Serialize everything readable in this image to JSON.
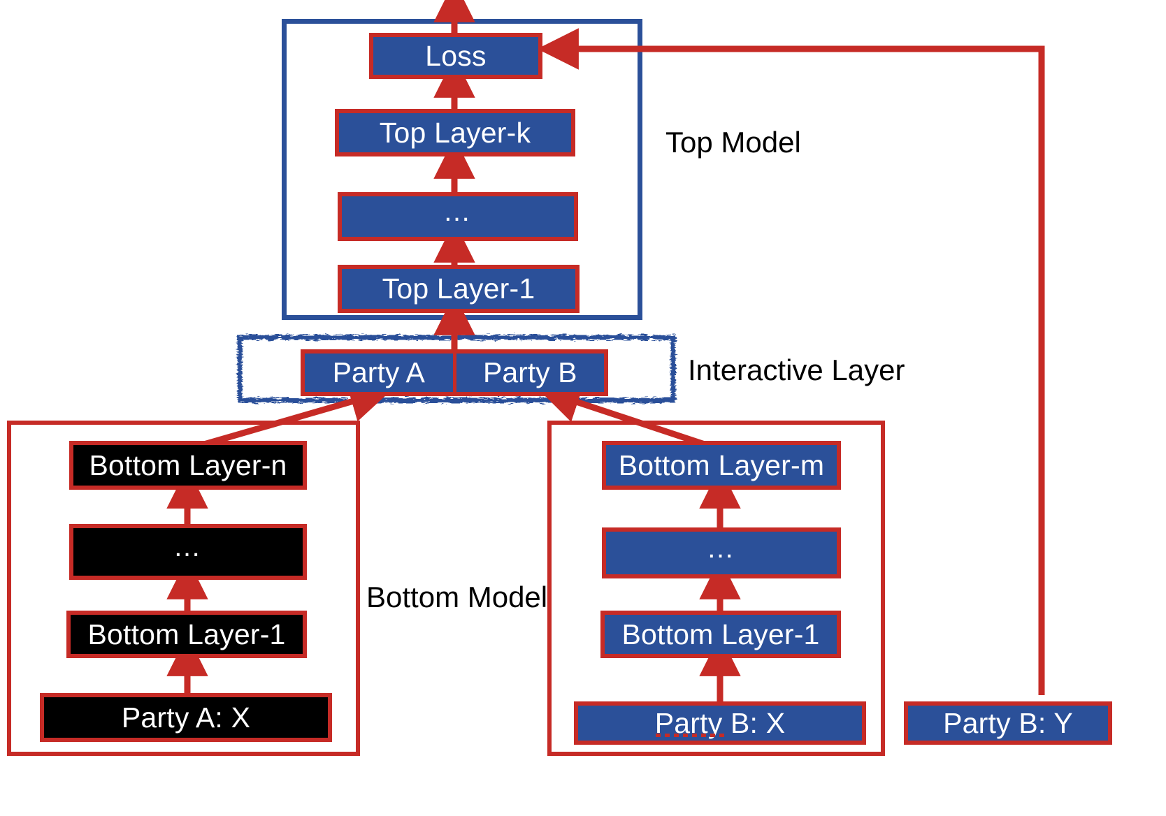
{
  "diagram": {
    "title": "Vertical Federated Learning Split Model Architecture",
    "colors": {
      "box_fill_blue": "#2B5099",
      "box_fill_black": "#000000",
      "box_border_red": "#C62B26",
      "frame_blue": "#2B5099",
      "frame_red": "#C62B26",
      "arrow_red": "#C62B26",
      "text_on_box": "#FFFFFF",
      "label_text": "#000000",
      "background": "#FFFFFF"
    }
  },
  "labels": {
    "top_model": "Top Model",
    "interactive_layer": "Interactive Layer",
    "bottom_model": "Bottom Model"
  },
  "top_model": {
    "frame_name": "top-model-frame",
    "nodes": [
      {
        "id": "loss",
        "label": "Loss",
        "fill": "blue"
      },
      {
        "id": "top-layer-k",
        "label": "Top Layer-k",
        "fill": "blue"
      },
      {
        "id": "top-layer-ellipsis",
        "label": "…",
        "fill": "blue"
      },
      {
        "id": "top-layer-1",
        "label": "Top Layer-1",
        "fill": "blue"
      }
    ]
  },
  "interactive_layer": {
    "frame_name": "interactive-layer-frame",
    "party_a": "Party A",
    "party_b": "Party B"
  },
  "bottom_model_left": {
    "frame_name": "bottom-model-left-frame",
    "party": "A",
    "nodes": [
      {
        "id": "left-bottom-layer-n",
        "label": "Bottom Layer-n",
        "fill": "black"
      },
      {
        "id": "left-bottom-ellipsis",
        "label": "…",
        "fill": "black"
      },
      {
        "id": "left-bottom-layer-1",
        "label": "Bottom Layer-1",
        "fill": "black"
      },
      {
        "id": "left-party-a-x",
        "label": "Party A: X",
        "fill": "black"
      }
    ]
  },
  "bottom_model_right": {
    "frame_name": "bottom-model-right-frame",
    "party": "B",
    "nodes": [
      {
        "id": "right-bottom-layer-m",
        "label": "Bottom Layer-m",
        "fill": "blue"
      },
      {
        "id": "right-bottom-ellipsis",
        "label": "…",
        "fill": "blue"
      },
      {
        "id": "right-bottom-layer-1",
        "label": "Bottom Layer-1",
        "fill": "blue"
      },
      {
        "id": "right-party-b-x",
        "label": "Party B: X",
        "fill": "blue",
        "spellcheck_underline": true
      }
    ]
  },
  "labels_panel": {
    "party_b_y": "Party B: Y"
  },
  "chart_data": {
    "type": "diagram",
    "title": "Split Neural Network for Vertical Federated Learning",
    "groups": [
      {
        "name": "Top Model",
        "stack_bottom_to_top": [
          "Top Layer-1",
          "…",
          "Top Layer-k",
          "Loss"
        ],
        "fill": "blue"
      },
      {
        "name": "Interactive Layer",
        "cells": [
          "Party A",
          "Party B"
        ],
        "fill": "blue",
        "border_style": "rough-blue"
      },
      {
        "name": "Bottom Model (Party A)",
        "stack_bottom_to_top": [
          "Party A: X",
          "Bottom Layer-1",
          "…",
          "Bottom Layer-n"
        ],
        "fill": "black"
      },
      {
        "name": "Bottom Model (Party B)",
        "stack_bottom_to_top": [
          "Party B: X",
          "Bottom Layer-1",
          "…",
          "Bottom Layer-m"
        ],
        "fill": "blue"
      },
      {
        "name": "Labels",
        "cells": [
          "Party B: Y"
        ],
        "fill": "blue"
      }
    ],
    "edges": [
      {
        "from": "Party A: X",
        "to": "Bottom Layer-1 (A)",
        "style": "arrow-up"
      },
      {
        "from": "Bottom Layer-1 (A)",
        "to": "… (A)",
        "style": "arrow-up"
      },
      {
        "from": "… (A)",
        "to": "Bottom Layer-n",
        "style": "arrow-up"
      },
      {
        "from": "Bottom Layer-n",
        "to": "Party A (interactive)",
        "style": "arrow-diagonal-up-right"
      },
      {
        "from": "Party B: X",
        "to": "Bottom Layer-1 (B)",
        "style": "arrow-up"
      },
      {
        "from": "Bottom Layer-1 (B)",
        "to": "… (B)",
        "style": "arrow-up"
      },
      {
        "from": "… (B)",
        "to": "Bottom Layer-m",
        "style": "arrow-up"
      },
      {
        "from": "Bottom Layer-m",
        "to": "Party B (interactive)",
        "style": "arrow-diagonal-up-left"
      },
      {
        "from": "Interactive Layer",
        "to": "Top Layer-1",
        "style": "arrow-up"
      },
      {
        "from": "Top Layer-1",
        "to": "…",
        "style": "arrow-up"
      },
      {
        "from": "…",
        "to": "Top Layer-k",
        "style": "arrow-up"
      },
      {
        "from": "Top Layer-k",
        "to": "Loss",
        "style": "arrow-up"
      },
      {
        "from": "Loss",
        "to": "output",
        "style": "arrow-up-exit"
      },
      {
        "from": "Party B: Y",
        "to": "Loss",
        "style": "elbow-arrow-left"
      }
    ]
  }
}
